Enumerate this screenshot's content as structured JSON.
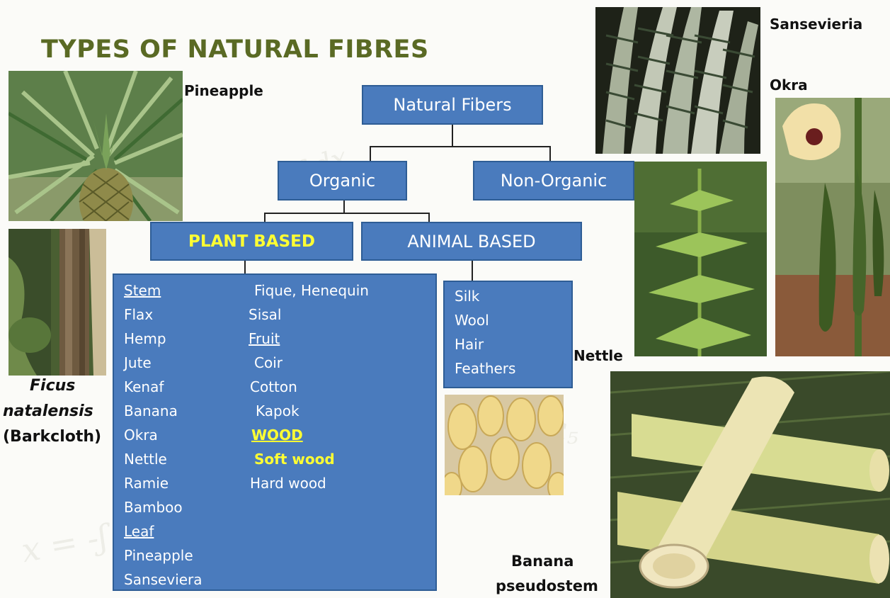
{
  "title": "TYPES OF NATURAL FIBRES",
  "captions": {
    "pineapple": "Pineapple",
    "sansevieria": "Sansevieria",
    "okra": "Okra",
    "nettle": "Nettle",
    "ficus_1": "Ficus",
    "ficus_2": "natalensis",
    "ficus_3": "(Barkcloth)",
    "banana_1": "Banana",
    "banana_2": "pseudostem"
  },
  "tree": {
    "root": "Natural Fibers",
    "organic": "Organic",
    "non_organic": "Non-Organic",
    "plant_based": "PLANT BASED",
    "animal_based": "ANIMAL BASED"
  },
  "plant_list": {
    "col1": [
      "Stem",
      "Flax",
      "Hemp",
      "Jute",
      "Kenaf",
      "Banana",
      "Okra",
      "Nettle",
      "Ramie",
      "Bamboo",
      "Leaf",
      "Pineapple",
      "Sanseviera"
    ],
    "col2": [
      "Fique, Henequin",
      "Sisal",
      "Fruit",
      "Coir",
      "Cotton",
      "Kapok",
      "WOOD",
      "Soft wood",
      "Hard wood"
    ]
  },
  "animal_list": [
    "Silk",
    "Wool",
    "Hair",
    "Feathers"
  ],
  "colors": {
    "box_fill": "#4a7bbd",
    "box_border": "#2e5d95",
    "highlight": "#ffff33",
    "title": "#5a6a24"
  }
}
